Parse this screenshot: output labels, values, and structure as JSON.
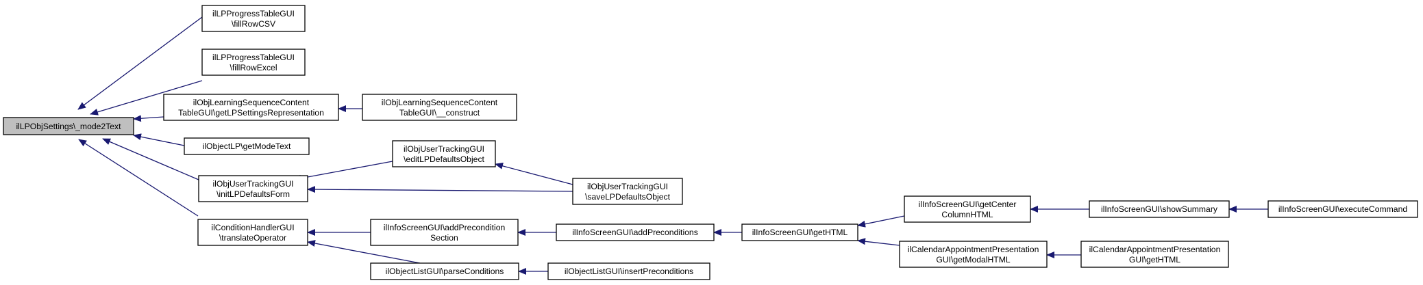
{
  "colors": {
    "edge": "#191970",
    "root_fill": "#bfbfbf",
    "node_fill": "#ffffff",
    "border": "#000000"
  },
  "nodes": {
    "n_mode2text": {
      "lines": [
        "ilLPObjSettings\\_mode2Text"
      ]
    },
    "n_fillrowcsv": {
      "lines": [
        "ilLPProgressTableGUI",
        "\\fillRowCSV"
      ]
    },
    "n_fillrowexcel": {
      "lines": [
        "ilLPProgressTableGUI",
        "\\fillRowExcel"
      ]
    },
    "n_lsc_getlp": {
      "lines": [
        "ilObjLearningSequenceContent",
        "TableGUI\\getLPSettingsRepresentation"
      ]
    },
    "n_lsc_construct": {
      "lines": [
        "ilObjLearningSequenceContent",
        "TableGUI\\__construct"
      ]
    },
    "n_objectlp_getmode": {
      "lines": [
        "ilObjectLP\\getModeText"
      ]
    },
    "n_out_editlp": {
      "lines": [
        "ilObjUserTrackingGUI",
        "\\editLPDefaultsObject"
      ]
    },
    "n_out_initlp": {
      "lines": [
        "ilObjUserTrackingGUI",
        "\\initLPDefaultsForm"
      ]
    },
    "n_out_savelp": {
      "lines": [
        "ilObjUserTrackingGUI",
        "\\saveLPDefaultsObject"
      ]
    },
    "n_cond_translate": {
      "lines": [
        "ilConditionHandlerGUI",
        "\\translateOperator"
      ]
    },
    "n_info_addprecsection": {
      "lines": [
        "ilInfoScreenGUI\\addPrecondition",
        "Section"
      ]
    },
    "n_info_addprec": {
      "lines": [
        "ilInfoScreenGUI\\addPreconditions"
      ]
    },
    "n_info_gethtml": {
      "lines": [
        "ilInfoScreenGUI\\getHTML"
      ]
    },
    "n_info_getcenter": {
      "lines": [
        "ilInfoScreenGUI\\getCenter",
        "ColumnHTML"
      ]
    },
    "n_info_showsummary": {
      "lines": [
        "ilInfoScreenGUI\\showSummary"
      ]
    },
    "n_info_execcmd": {
      "lines": [
        "ilInfoScreenGUI\\executeCommand"
      ]
    },
    "n_cal_getmodal": {
      "lines": [
        "ilCalendarAppointmentPresentation",
        "GUI\\getModalHTML"
      ]
    },
    "n_cal_gethtml": {
      "lines": [
        "ilCalendarAppointmentPresentation",
        "GUI\\getHTML"
      ]
    },
    "n_olist_parse": {
      "lines": [
        "ilObjectListGUI\\parseConditions"
      ]
    },
    "n_olist_insert": {
      "lines": [
        "ilObjectListGUI\\insertPreconditions"
      ]
    }
  }
}
